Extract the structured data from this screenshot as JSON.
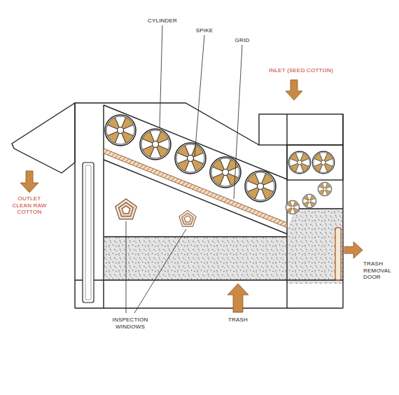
{
  "diagram": {
    "labels": [
      "CYLINDER",
      "SPIKE",
      "GRID",
      "INLET (SEED COTTON)",
      "OUTLET CLEAN RAW COTTON",
      "TRASH REMOVAL DOOR",
      "INSPECTION WINDOWS",
      "TRASH"
    ]
  }
}
